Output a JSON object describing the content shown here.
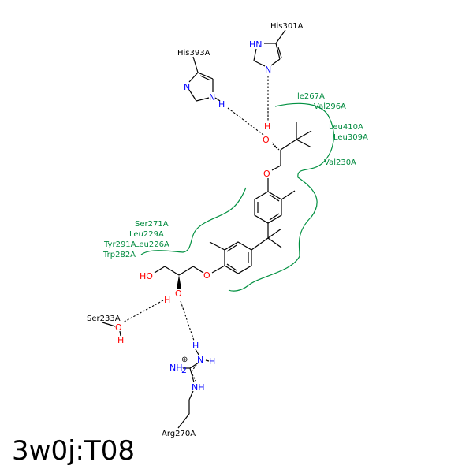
{
  "title": "3w0j:T08",
  "residues": {
    "his301": "His301A",
    "his393": "His393A",
    "ser233": "Ser233A",
    "arg270": "Arg270A"
  },
  "hydrophobic": [
    "Ile267A",
    "Val296A",
    "Leu410A",
    "Leu309A",
    "Val230A",
    "Ser271A",
    "Leu229A",
    "Tyr291A",
    "Leu226A",
    "Trp282A"
  ],
  "atoms": {
    "N": "N",
    "HN": "HN",
    "H": "H",
    "O": "O",
    "HO": "HO",
    "NH": "NH",
    "NH2": "NH",
    "sub2": "2",
    "charge": "⊕"
  },
  "colors": {
    "hydrophobic": "#009040",
    "nitrogen": "#0000ff",
    "oxygen": "#ff0000"
  }
}
